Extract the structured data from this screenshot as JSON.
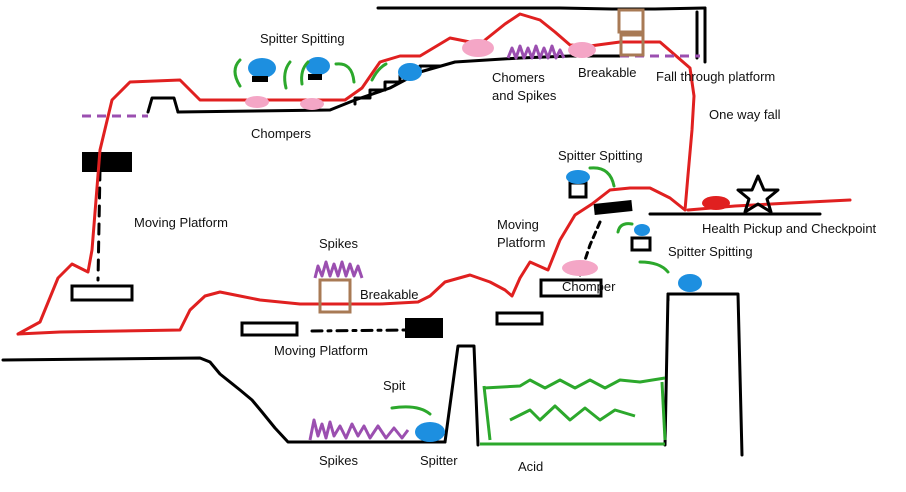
{
  "labels": {
    "spitter_spitting_top": "Spitter Spitting",
    "chompers_top": "Chompers",
    "chomers_and": "Chomers",
    "and_spikes": "and Spikes",
    "breakable_top": "Breakable",
    "fall_through": "Fall through platform",
    "one_way_fall": "One way fall",
    "spitter_spitting_mid": "Spitter Spitting",
    "health_pickup": "Health Pickup and Checkpoint",
    "moving_platform_left": "Moving Platform",
    "moving_platform_mid_1": "Moving",
    "moving_platform_mid_2": "Platform",
    "spitter_spitting_right": "Spitter Spitting",
    "spikes_mid": "Spikes",
    "breakable_mid": "Breakable",
    "chomper_mid": "Chomper",
    "moving_platform_bottom": "Moving Platform",
    "spit": "Spit",
    "spikes_bottom": "Spikes",
    "spitter": "Spitter",
    "acid": "Acid"
  },
  "colors": {
    "route": "#e02020",
    "terrain": "#000000",
    "spitter": "#1d8fe0",
    "spit": "#2ca82c",
    "chomper": "#f4a6c6",
    "spikes": "#9b4fb0",
    "breakable": "#a87a55",
    "fall_through": "#9b4fb0",
    "health": "#e02020",
    "acid": "#2ca82c"
  }
}
